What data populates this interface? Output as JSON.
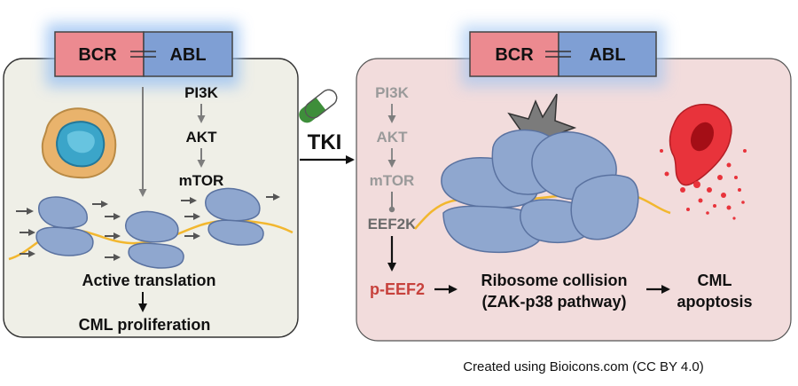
{
  "left_panel": {
    "fusion": {
      "left": "BCR",
      "right": "ABL"
    },
    "pathway": [
      "PI3K",
      "AKT",
      "mTOR"
    ],
    "active_translation": "Active translation",
    "proliferation": "CML proliferation"
  },
  "treatment": {
    "label": "TKI"
  },
  "right_panel": {
    "fusion": {
      "left": "BCR",
      "right": "ABL"
    },
    "pathway": [
      "PI3K",
      "AKT",
      "mTOR"
    ],
    "eef2k": "EEF2K",
    "p_eef2": "p-EEF2",
    "collision_line1": "Ribosome collision",
    "collision_line2": "(ZAK-p38 pathway)",
    "apoptosis_line1": "CML",
    "apoptosis_line2": "apoptosis"
  },
  "credit": "Created using Bioicons.com (CC BY 4.0)",
  "colors": {
    "bcr": "#ec8a90",
    "abl": "#7f9fd4",
    "glow": "#9bc2f2",
    "left_panel_bg": "#efefe7",
    "right_panel_bg": "#f2dcdc",
    "p_eef2": "#c7413c",
    "faded": "#9a9a9a",
    "ribosome": "#8fa7cf",
    "mrna": "#f2b72f"
  }
}
